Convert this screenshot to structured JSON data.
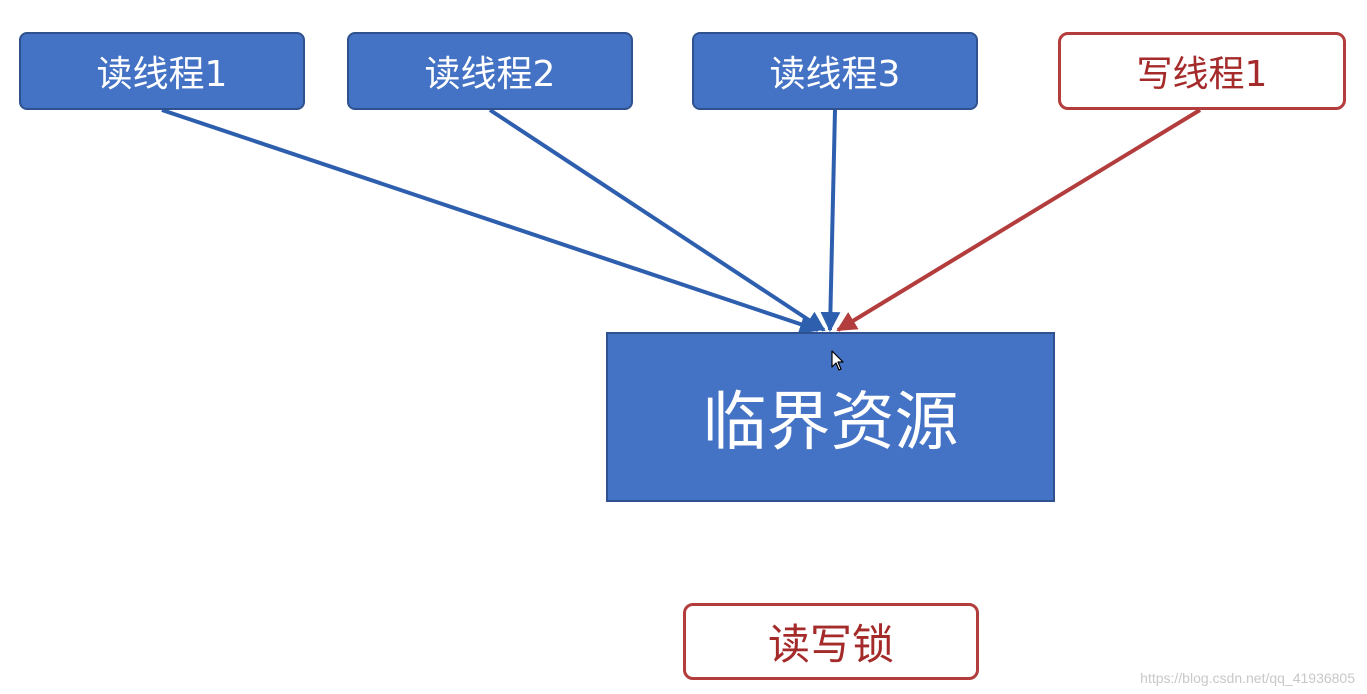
{
  "readers": [
    {
      "label": "读线程1"
    },
    {
      "label": "读线程2"
    },
    {
      "label": "读线程3"
    }
  ],
  "writer": {
    "label": "写线程1"
  },
  "resource": {
    "label": "临界资源"
  },
  "lock": {
    "label": "读写锁"
  },
  "watermark": "https://blog.csdn.net/qq_41936805",
  "colors": {
    "reader_fill": "#4472c4",
    "reader_arrow": "#2e5fae",
    "writer_stroke": "#b33c3c",
    "writer_text": "#a52a2a"
  }
}
